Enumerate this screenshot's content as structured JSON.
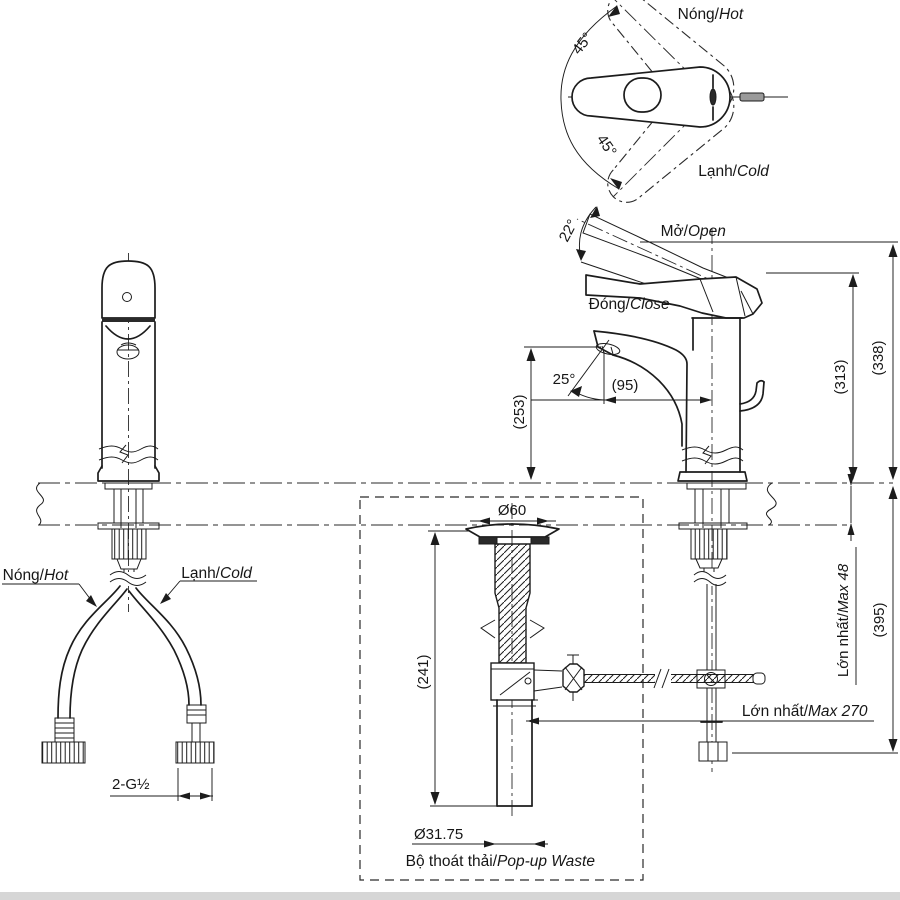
{
  "colors": {
    "line": "#1c1c1c",
    "background": "#ffffff",
    "bottom_strip": "#d6d6d6"
  },
  "top_view": {
    "hot_vi": "Nóng/",
    "hot_en": "Hot",
    "cold_vi": "Lạnh/",
    "cold_en": "Cold",
    "swing_upper": "45°",
    "swing_lower": "45°"
  },
  "side_view": {
    "open_vi": "Mở/",
    "open_en": "Open",
    "close_vi": "Đóng/",
    "close_en": "Close",
    "open_angle": "22°",
    "spout_angle": "25°",
    "spout_reach": "(95)",
    "spout_height": "(253)",
    "closed_height": "(313)",
    "open_height": "(338)",
    "below_counter": "(395)",
    "deck_vi": "Lớn nhất/",
    "deck_en": "Max 48",
    "rod_vi": "Lớn nhất/",
    "rod_en": "Max 270"
  },
  "front_view": {
    "hot_vi": "Nóng/",
    "hot_en": "Hot",
    "cold_vi": "Lạnh/",
    "cold_en": "Cold",
    "thread": "2-G½"
  },
  "waste": {
    "flange_dia": "Ø60",
    "length": "(241)",
    "tail_dia": "Ø31.75",
    "name_vi": "Bộ thoát thải/",
    "name_en": "Pop-up Waste"
  }
}
